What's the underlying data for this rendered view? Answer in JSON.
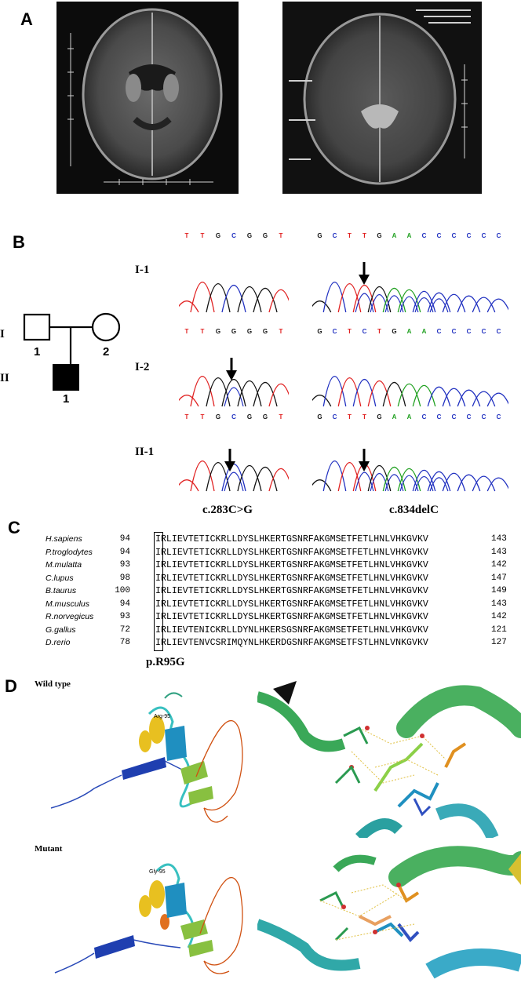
{
  "panels": {
    "a": "A",
    "b": "B",
    "c": "C",
    "d": "D"
  },
  "pedigree": {
    "gen1": "I",
    "gen2": "II",
    "father_num": "1",
    "mother_num": "2",
    "child_num": "1"
  },
  "sequencing": {
    "left_bases": [
      "T",
      "T",
      "G",
      "C",
      "G",
      "G",
      "T"
    ],
    "left_bases_rows": [
      [
        "T",
        "T",
        "G",
        "C",
        "G",
        "G",
        "T"
      ],
      [
        "T",
        "T",
        "G",
        "G",
        "G",
        "G",
        "T"
      ],
      [
        "T",
        "T",
        "G",
        "C",
        "G",
        "G",
        "T"
      ]
    ],
    "right_bases": [
      "G",
      "C",
      "T",
      "T",
      "G",
      "A",
      "A",
      "C",
      "C",
      "C",
      "C",
      "C",
      "C"
    ],
    "right_bases_rows": [
      [
        "G",
        "C",
        "T",
        "T",
        "G",
        "A",
        "A",
        "C",
        "C",
        "C",
        "C",
        "C",
        "C"
      ],
      [
        "G",
        "C",
        "T",
        "C",
        "T",
        "G",
        "A",
        "A",
        "C",
        "C",
        "C",
        "C",
        "C"
      ],
      [
        "G",
        "C",
        "T",
        "T",
        "G",
        "A",
        "A",
        "C",
        "C",
        "C",
        "C",
        "C",
        "C"
      ]
    ],
    "rows": [
      "I-1",
      "I-2",
      "II-1"
    ],
    "mutation_left": "c.283C>G",
    "mutation_right": "c.834delC"
  },
  "alignment": {
    "rows": [
      {
        "species": "H.sapiens",
        "start": "94",
        "seq": "IRLIEVTETICKRLLDYSLHKERTGSNRFAKGMSETFETLHNLVHKGVKV",
        "end": "143"
      },
      {
        "species": "P.troglodytes",
        "start": "94",
        "seq": "IRLIEVTETICKRLLDYSLHKERTGSNRFAKGMSETFETLHNLVHKGVKV",
        "end": "143"
      },
      {
        "species": "M.mulatta",
        "start": "93",
        "seq": "IRLIEVTETICKRLLDYSLHKERTGSNRFAKGMSETFETLHNLVHKGVKV",
        "end": "142"
      },
      {
        "species": "C.lupus",
        "start": "98",
        "seq": "IRLIEVTETICKRLLDYSLHKERTGSNRFAKGMSETFETLHNLVHKGVKV",
        "end": "147"
      },
      {
        "species": "B.taurus",
        "start": "100",
        "seq": "IRLIEVTETICKRLLDYSLHKERTGSNRFAKGMSETFETLHNLVHKGVKV",
        "end": "149"
      },
      {
        "species": "M.musculus",
        "start": "94",
        "seq": "IRLIEVTETICKRLLDYSLHKERTGSNRFAKGMSETFETLHNLVHKGVKV",
        "end": "143"
      },
      {
        "species": "R.norvegicus",
        "start": "93",
        "seq": "IRLIEVTETICKRLLDYSLHKERTGSNRFAKGMSETFETLHNLVHKGVKV",
        "end": "142"
      },
      {
        "species": "G.gallus",
        "start": "72",
        "seq": "IRLIEVTENICKRLLDYNLHKERSGSNRFAKGMSETFETLHNLVHKGVKV",
        "end": "121"
      },
      {
        "species": "D.rerio",
        "start": "78",
        "seq": "IRLIEVTENVCSRIMQYNLHKERDGSNRFAKGMSETFSTLHNLVNKGVKV",
        "end": "127"
      }
    ],
    "variant_label": "p.R95G"
  },
  "structures": {
    "wild_type_title": "Wild type",
    "mutant_title": "Mutant",
    "wild_residue": "Arg-95",
    "mutant_residue": "Gly-95"
  },
  "colors": {
    "base_T": "#e02020",
    "base_G": "#111111",
    "base_C": "#2030c0",
    "base_A": "#20a020"
  }
}
